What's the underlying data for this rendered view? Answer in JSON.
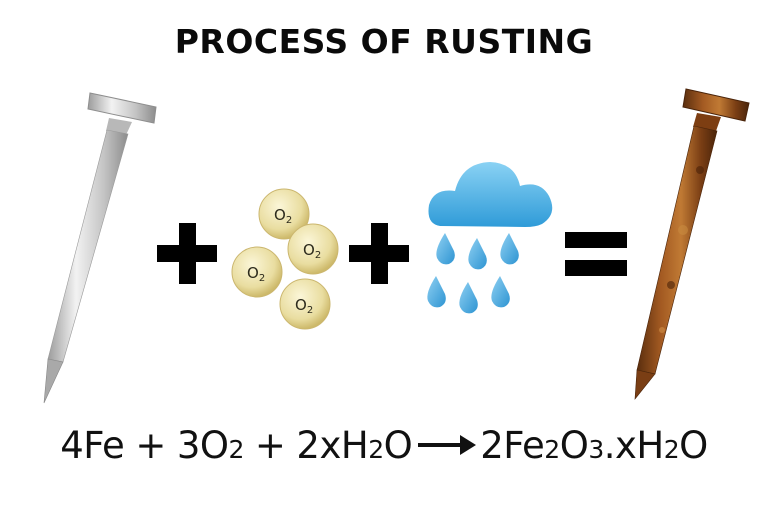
{
  "title": "PROCESS OF RUSTING",
  "oxygen_molecules": [
    "O2",
    "O2",
    "O2",
    "O2"
  ],
  "equation": {
    "reactant1": "4Fe",
    "plus1": "+",
    "reactant2_coef": "3O",
    "reactant2_sub": "2",
    "plus2": "+",
    "reactant3_coef": "2xH",
    "reactant3_sub": "2",
    "reactant3_tail": "O",
    "product_a": "2Fe",
    "product_a_sub": "2",
    "product_b": "O",
    "product_b_sub": "3",
    "product_c": ".xH",
    "product_c_sub": "2",
    "product_d": "O"
  },
  "colors": {
    "iron_nail": "#c8c8c8",
    "rusted_nail": "#8a4a1c",
    "oxygen_ball": "#e8dca0",
    "cloud": "#4fb3e6",
    "raindrop": "#5ab2e4",
    "symbol": "#000000"
  },
  "icons": [
    "iron-nail-icon",
    "oxygen-molecule-icon",
    "rain-cloud-icon",
    "raindrop-icon",
    "rusty-nail-icon"
  ]
}
